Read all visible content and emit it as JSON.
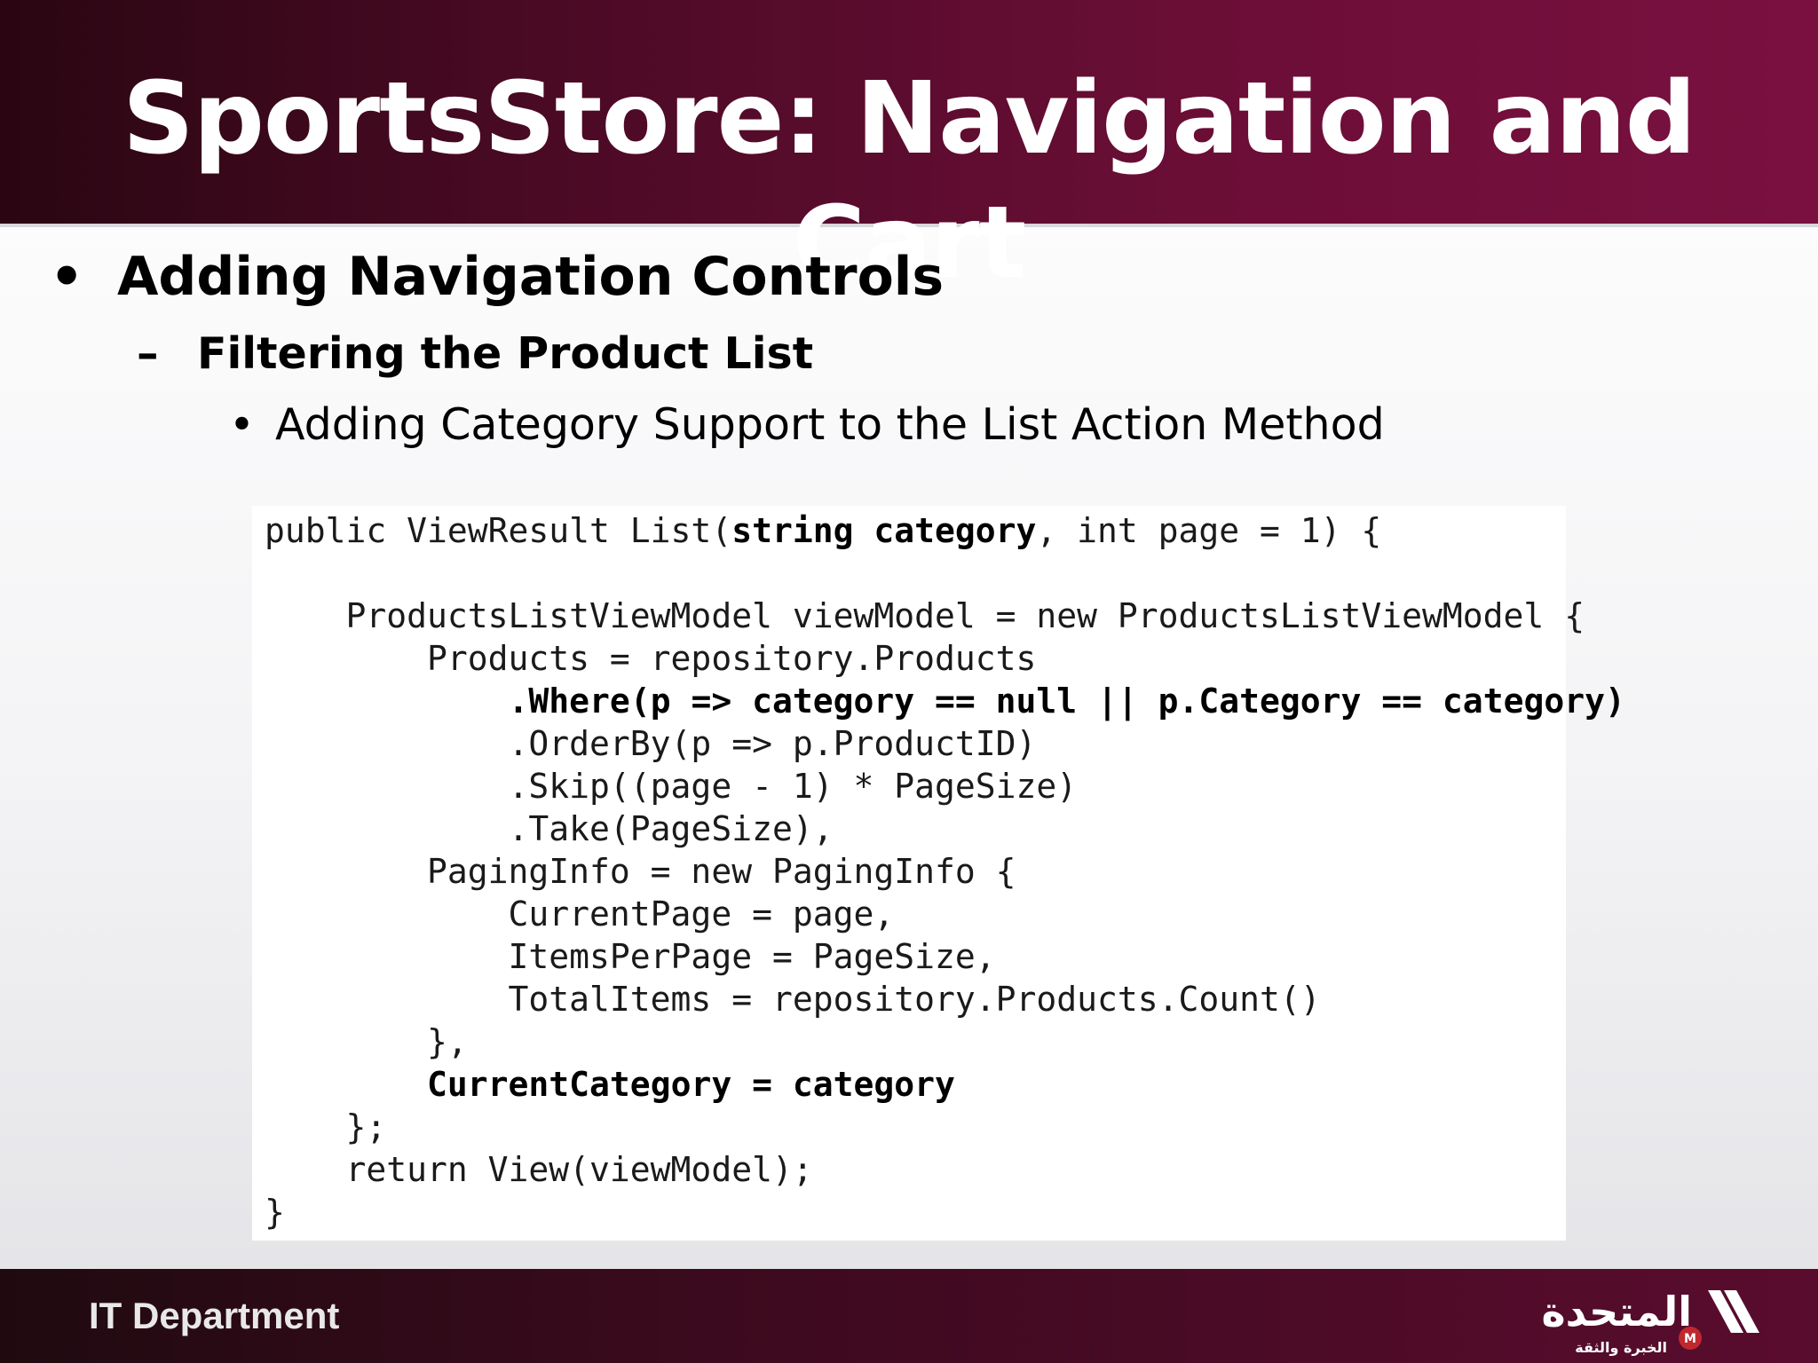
{
  "slide": {
    "title": "SportsStore: Navigation and Cart",
    "bullet1": "Adding Navigation Controls",
    "bullet2": "Filtering the Product List",
    "bullet3": "Adding Category Support to the List Action Method",
    "bullet1_mark": "•",
    "bullet2_mark": "–",
    "bullet3_mark": "•"
  },
  "code": {
    "lines": [
      {
        "pre": "public ViewResult List(",
        "bold": "string category",
        "post": ", int page = 1) {"
      },
      {
        "pre": "",
        "bold": "",
        "post": ""
      },
      {
        "pre": "    ProductsListViewModel viewModel = new ProductsListViewModel {",
        "bold": "",
        "post": ""
      },
      {
        "pre": "        Products = repository.Products",
        "bold": "",
        "post": ""
      },
      {
        "pre": "            ",
        "bold": ".Where(p => category == null || p.Category == category)",
        "post": ""
      },
      {
        "pre": "            .OrderBy(p => p.ProductID)",
        "bold": "",
        "post": ""
      },
      {
        "pre": "            .Skip((page - 1) * PageSize)",
        "bold": "",
        "post": ""
      },
      {
        "pre": "            .Take(PageSize),",
        "bold": "",
        "post": ""
      },
      {
        "pre": "        PagingInfo = new PagingInfo {",
        "bold": "",
        "post": ""
      },
      {
        "pre": "            CurrentPage = page,",
        "bold": "",
        "post": ""
      },
      {
        "pre": "            ItemsPerPage = PageSize,",
        "bold": "",
        "post": ""
      },
      {
        "pre": "            TotalItems = repository.Products.Count()",
        "bold": "",
        "post": ""
      },
      {
        "pre": "        },",
        "bold": "",
        "post": ""
      },
      {
        "pre": "        ",
        "bold": "CurrentCategory = category",
        "post": ""
      },
      {
        "pre": "    };",
        "bold": "",
        "post": ""
      },
      {
        "pre": "    return View(viewModel);",
        "bold": "",
        "post": ""
      },
      {
        "pre": "}",
        "bold": "",
        "post": ""
      }
    ]
  },
  "footer": {
    "label": "IT Department",
    "logo_text": "المتحدة",
    "logo_subtext": "الخبرة والثقة"
  },
  "colors": {
    "header_dark": "#2a0612",
    "header_accent": "#7a1040",
    "logo_red": "#c0282e"
  }
}
